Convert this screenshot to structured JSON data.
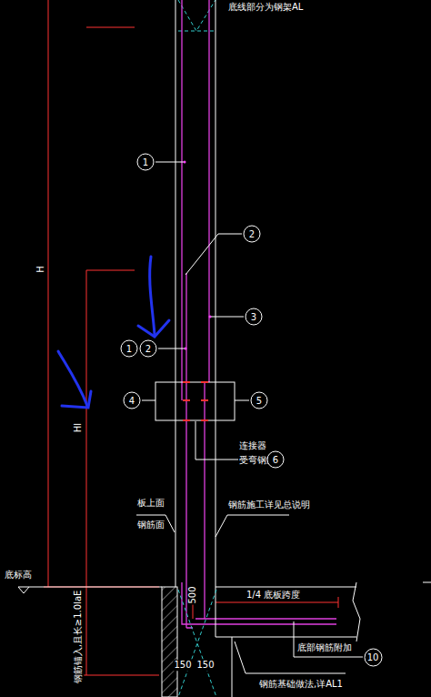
{
  "diagram": {
    "nodes": [
      {
        "text": [
          "1"
        ]
      },
      {
        "text": [
          "2"
        ]
      },
      {
        "text": [
          "3"
        ]
      },
      {
        "text": [
          "1"
        ]
      },
      {
        "text": [
          "2"
        ]
      },
      {
        "text": [
          "4"
        ]
      },
      {
        "text": [
          "5"
        ]
      },
      {
        "text": [
          "6"
        ]
      },
      {
        "text": [
          "10"
        ]
      }
    ],
    "labels": [
      "底线部分为钢架AL",
      "H",
      "Hl",
      "底标高",
      "钢筋锚入,且长≥1.0laE",
      "连接器",
      "受弯钢筋",
      "板上面",
      "钢筋面",
      "钢筋施工详见总说明",
      "500",
      "1/4 底板跨度",
      "底部钢筋附加",
      "钢筋基础做法,详AL1",
      "150",
      "150"
    ]
  }
}
